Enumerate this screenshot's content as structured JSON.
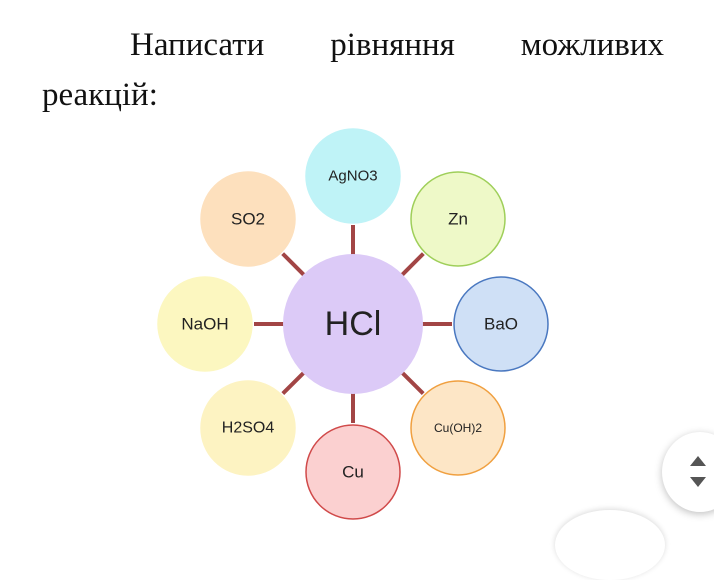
{
  "header": {
    "instruction_line1": [
      "Написати",
      "рівняння",
      "можливих"
    ],
    "instruction_line2": "реакцій:"
  },
  "diagram": {
    "center": {
      "label": "HCl",
      "color": "#dccaf7"
    },
    "nodes": [
      {
        "label": "AgNO3",
        "color": "#bff3f7",
        "stroke": "#bff3f7"
      },
      {
        "label": "Zn",
        "color": "#eef9c8",
        "stroke": "#9fcf5a"
      },
      {
        "label": "BaO",
        "color": "#cfe0f6",
        "stroke": "#4a78c0"
      },
      {
        "label": "Cu(OH)2",
        "color": "#fde6c6",
        "stroke": "#f0a040"
      },
      {
        "label": "Cu",
        "color": "#fbd0d0",
        "stroke": "#d04a4a"
      },
      {
        "label": "H2SO4",
        "color": "#fdf3c2",
        "stroke": "#fdf3c2"
      },
      {
        "label": "NaOH",
        "color": "#fcf7c0",
        "stroke": "#fcf7c0"
      },
      {
        "label": "SO2",
        "color": "#fde0bd",
        "stroke": "#fde0bd"
      }
    ],
    "connector_color": "#a24545"
  },
  "controls": {
    "scroll_icon": "up-down-arrows-icon"
  }
}
